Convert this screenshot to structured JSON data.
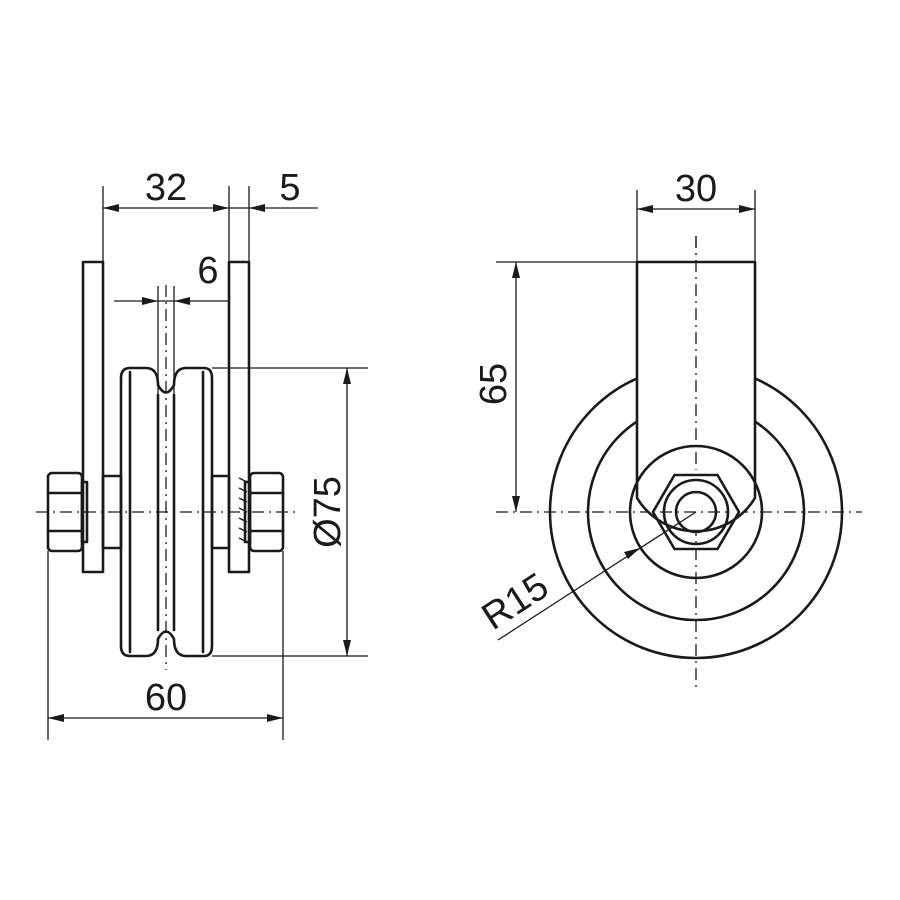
{
  "drawing": {
    "views": [
      "front-view",
      "side-view"
    ],
    "dimensions": {
      "width_32": "32",
      "plate_5": "5",
      "groove_6": "6",
      "diameter_75": "Ø75",
      "overall_60": "60",
      "bracket_30": "30",
      "height_65": "65",
      "radius_15": "R15"
    }
  }
}
